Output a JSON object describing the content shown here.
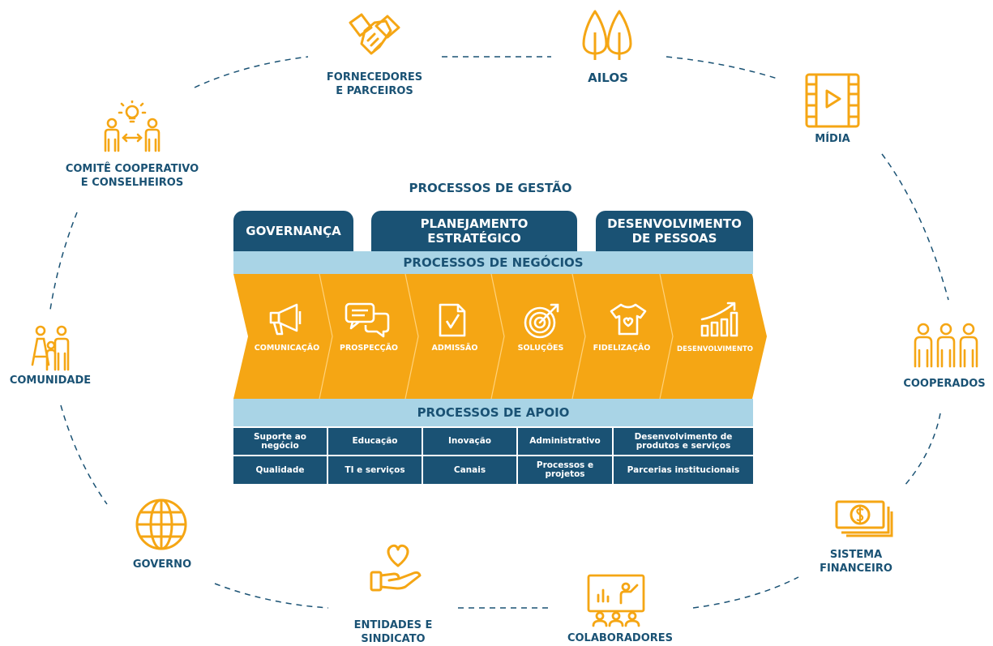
{
  "stakeholders": {
    "fornecedores": "FORNECEDORES\nE PARCEIROS",
    "ailos": "AILOS",
    "midia": "MÍDIA",
    "comite": "COMITÊ COOPERATIVO\nE CONSELHEIROS",
    "comunidade": "COMUNIDADE",
    "cooperados": "COOPERADOS",
    "governo": "GOVERNO",
    "sistema": "SISTEMA\nFINANCEIRO",
    "entidades": "ENTIDADES E\nSINDICATO",
    "colaboradores": "COLABORADORES"
  },
  "gestao": {
    "title": "PROCESSOS DE GESTÃO",
    "tabs": [
      "GOVERNANÇA",
      "PLANEJAMENTO\nESTRATÉGICO",
      "DESENVOLVIMENTO\nDE PESSOAS"
    ]
  },
  "negocios": {
    "title": "PROCESSOS DE NEGÓCIOS",
    "steps": [
      {
        "label": "COMUNICAÇÃO",
        "icon": "megaphone-icon"
      },
      {
        "label": "PROSPECÇÃO",
        "icon": "chat-bubbles-icon"
      },
      {
        "label": "ADMISSÃO",
        "icon": "document-check-icon"
      },
      {
        "label": "SOLUÇÕES",
        "icon": "target-icon"
      },
      {
        "label": "FIDELIZAÇÃO",
        "icon": "tshirt-heart-icon"
      },
      {
        "label": "DESENVOLVIMENTO",
        "icon": "growth-chart-icon"
      }
    ]
  },
  "apoio": {
    "title": "PROCESSOS DE APOIO",
    "row1": [
      "Suporte ao\nnegócio",
      "Educação",
      "Inovação",
      "Administrativo",
      "Desenvolvimento de\nprodutos e serviços"
    ],
    "row2": [
      "Qualidade",
      "TI e serviços",
      "Canais",
      "Processos e\nprojetos",
      "Parcerias institucionais"
    ]
  },
  "colors": {
    "navy": "#1a5274",
    "orange": "#f5a614",
    "light_blue": "#a9d4e6"
  }
}
